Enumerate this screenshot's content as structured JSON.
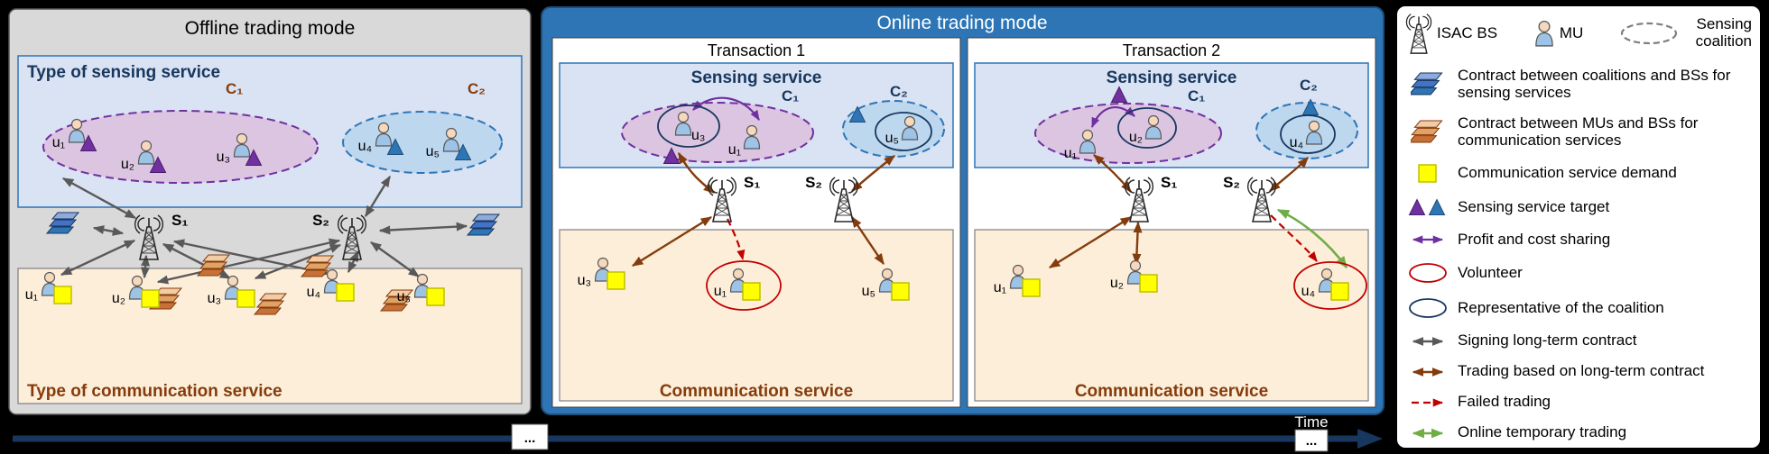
{
  "colors": {
    "offline_panel_gray": "#d9d9d9",
    "online_panel_blue": "#2e75b6",
    "sensing_box_bg": "#dae3f3",
    "comm_box_bg": "#fdeeda",
    "coalition1_fill": "#dcc5e0",
    "coalition1_stroke": "#7030a0",
    "coalition2_fill": "#bdd7ee",
    "coalition2_stroke": "#2e75b6",
    "demand_yellow": "#ffff00",
    "target_purple": "#7030a0",
    "target_blue": "#2e75b6",
    "arrow_gray": "#595959",
    "arrow_brown": "#843c0c",
    "arrow_red": "#c00000",
    "arrow_green": "#70ad47",
    "arrow_purple": "#7030a0",
    "timeline_navy": "#17375e"
  },
  "labels": {
    "u1": "u₁",
    "u2": "u₂",
    "u3": "u₃",
    "u4": "u₄",
    "u5": "u₅",
    "c1": "C₁",
    "c2": "C₂",
    "s1": "S₁",
    "s2": "S₂"
  },
  "offline": {
    "title": "Offline trading mode",
    "sensing_label": "Type of sensing service",
    "comm_label": "Type of communication service"
  },
  "online": {
    "title": "Online trading mode",
    "transaction1": {
      "title": "Transaction 1",
      "sensing_label": "Sensing service",
      "comm_label": "Communication service"
    },
    "transaction2": {
      "title": "Transaction 2",
      "sensing_label": "Sensing service",
      "comm_label": "Communication service"
    }
  },
  "legend": {
    "isac_bs": "ISAC BS",
    "mu": "MU",
    "sensing_coalition": "Sensing coalition",
    "contract_sensing": "Contract between coalitions and BSs for sensing services",
    "contract_comm": "Contract between MUs and BSs for communication services",
    "comm_demand": "Communication service demand",
    "sensing_target": "Sensing service target",
    "profit_sharing": "Profit and cost sharing",
    "volunteer": "Volunteer",
    "representative": "Representative of the coalition",
    "signing_contract": "Signing long-term contract",
    "trading_contract": "Trading based on long-term contract",
    "failed_trading": "Failed trading",
    "online_trading": "Online temporary trading"
  },
  "timeline": {
    "time_label": "Time",
    "ellipsis1": "...",
    "ellipsis2": "..."
  }
}
